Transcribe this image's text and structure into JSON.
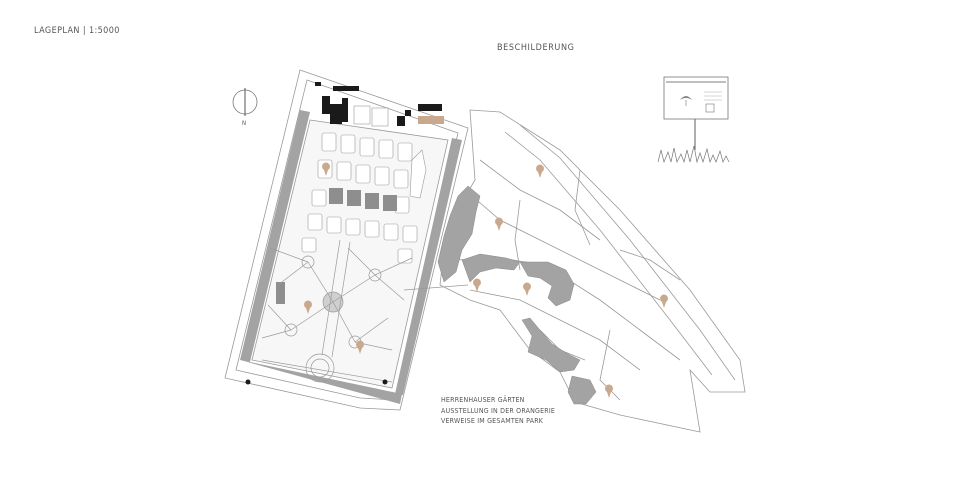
{
  "map": {
    "title": "LAGEPLAN | 1:5000",
    "signage_heading": "BESCHILDERUNG",
    "north_label": "N",
    "caption_lines": [
      "HERRENHAUSER GÄRTEN",
      "AUSSTELLUNG IN DER ORANGERIE",
      "VERWEISE IM GESAMTEN PARK"
    ],
    "colors": {
      "path_line": "#9a9a9a",
      "water_gray": "#a3a3a3",
      "building_black": "#1a1a1a",
      "marker_tan": "#c9a98d"
    }
  }
}
